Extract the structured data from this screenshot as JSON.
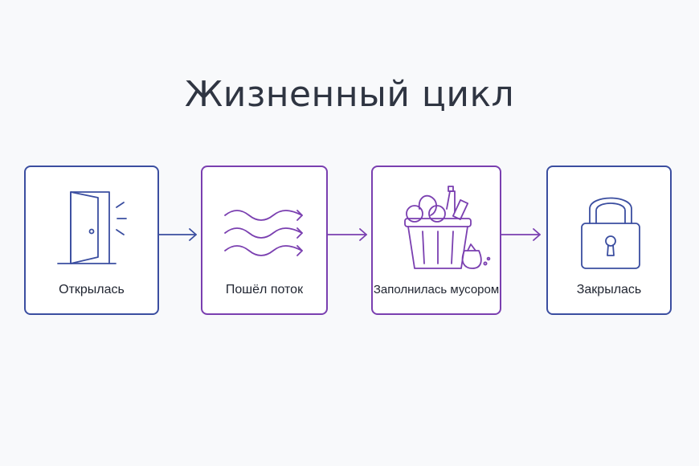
{
  "title": "Жизненный цикл",
  "steps": [
    {
      "label": "Открылась",
      "icon": "open-door-icon"
    },
    {
      "label": "Пошёл поток",
      "icon": "flow-waves-icon"
    },
    {
      "label": "Заполнилась мусором",
      "icon": "trash-bin-icon"
    },
    {
      "label": "Закрылась",
      "icon": "padlock-icon"
    }
  ],
  "colors": {
    "title": "#2f3542",
    "blue": "#3b4ea0",
    "purple": "#7a3fb0",
    "background": "#f8f9fb"
  }
}
